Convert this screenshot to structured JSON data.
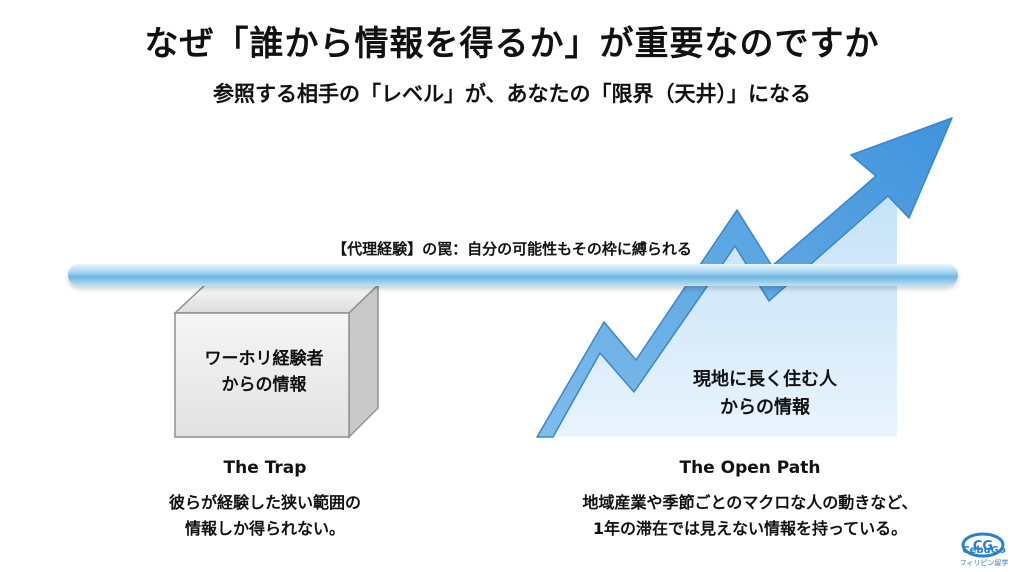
{
  "header": {
    "title": "なぜ「誰から情報を得るか」が重要なのですか",
    "subtitle": "参照する相手の「レベル」が、あなたの「限界（天井）」になる"
  },
  "ceiling": {
    "label": "【代理経験】の罠：自分の可能性もその枠に縛られる"
  },
  "trap": {
    "box_line1": "ワーホリ経験者",
    "box_line2": "からの情報",
    "heading": "The Trap",
    "desc_line1": "彼らが経験した狭い範囲の",
    "desc_line2": "情報しか得られない。"
  },
  "open_path": {
    "label_line1": "現地に長く住む人",
    "label_line2": "からの情報",
    "heading": "The Open Path",
    "desc_line1": "地域産業や季節ごとのマクロな人の動きなど、",
    "desc_line2": "1年の滞在では見えない情報を持っている。"
  },
  "logo": {
    "mark": "CG",
    "name": "CebuGo",
    "sub": "フィリピン留学"
  },
  "colors": {
    "arrow": "#5aa8e6",
    "arrow_area": "#cfe6f8",
    "box_face": "#ececec",
    "logo": "#2a7fd0"
  }
}
